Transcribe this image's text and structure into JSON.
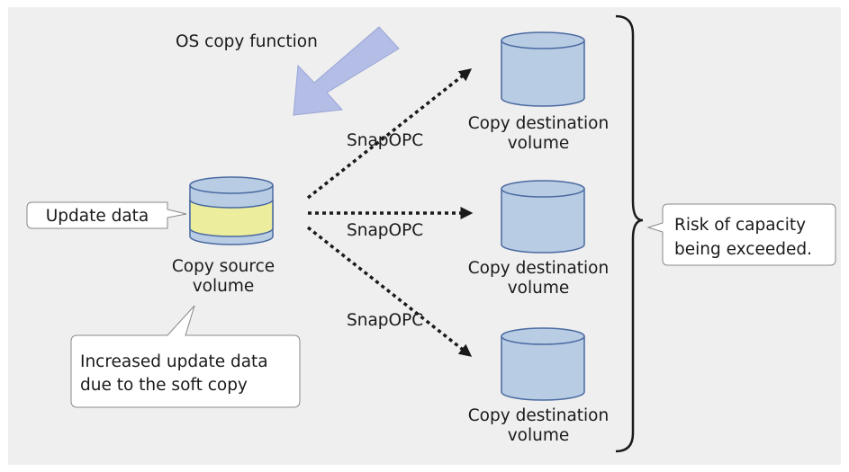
{
  "title": "OS copy function",
  "source": {
    "label_line1": "Copy source",
    "label_line2": "volume",
    "callout": "Update data"
  },
  "method_label": "SnapOPC",
  "destinations": [
    {
      "line1": "Copy destination",
      "line2": "volume"
    },
    {
      "line1": "Copy destination",
      "line2": "volume"
    },
    {
      "line1": "Copy destination",
      "line2": "volume"
    }
  ],
  "bottom_callout": {
    "line1": "Increased update data",
    "line2": "due to the soft copy"
  },
  "risk_callout": {
    "line1": "Risk of capacity",
    "line2": "being exceeded."
  },
  "colors": {
    "panel": "#efefef",
    "volume_fill": "#b8cce4",
    "volume_stroke": "#4a6aa0",
    "update_band": "#eded9e",
    "big_arrow": "#b3bde6",
    "ink": "#1a1a1a"
  }
}
